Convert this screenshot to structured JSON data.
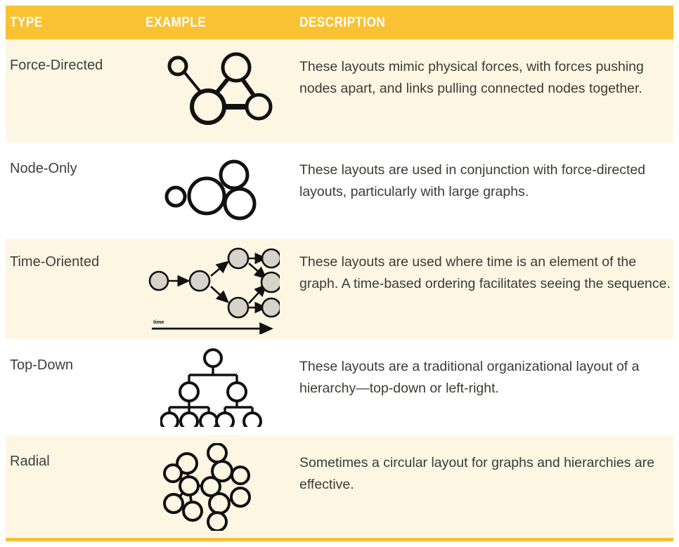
{
  "table": {
    "header": {
      "type_label": "TYPE",
      "example_label": "EXAMPLE",
      "description_label": "DESCRIPTION"
    },
    "header_bg": "#f9c233",
    "header_text_color": "#ffffff",
    "alt_row_bg": "#fdf6e3",
    "plain_row_bg": "#ffffff",
    "bottom_rule_color": "#f5c13b",
    "body_text_color": "#3b3b36",
    "rows": [
      {
        "type": "Force-Directed",
        "description": "These layouts mimic physical forces, with forces pushing nodes apart, and links pulling connected nodes together.",
        "example_icon": "force-directed-graph-icon"
      },
      {
        "type": "Node-Only",
        "description": "These layouts are used in conjunction with force-directed layouts, particularly with large graphs.",
        "example_icon": "node-only-graph-icon"
      },
      {
        "type": "Time-Oriented",
        "description": "These layouts are used where time is an element of the graph. A time-based ordering facilitates seeing the sequence.",
        "example_icon": "time-oriented-graph-icon",
        "example_axis_label": "time"
      },
      {
        "type": "Top-Down",
        "description": "These layouts are a traditional organizational layout of a hierarchy—top-down or left-right.",
        "example_icon": "top-down-tree-icon"
      },
      {
        "type": "Radial",
        "description": "Sometimes a circular layout for graphs and hierarchies are effective.",
        "example_icon": "radial-graph-icon"
      }
    ]
  }
}
